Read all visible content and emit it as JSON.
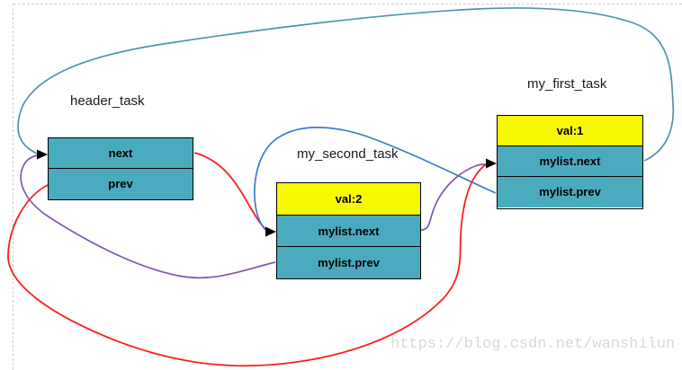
{
  "diagram": {
    "nodes": [
      {
        "id": "header_task",
        "label": "header_task",
        "cells": [
          "next",
          "prev"
        ]
      },
      {
        "id": "my_second_task",
        "label": "my_second_task",
        "cells": [
          "val:2",
          "mylist.next",
          "mylist.prev"
        ]
      },
      {
        "id": "my_first_task",
        "label": "my_first_task",
        "cells": [
          "val:1",
          "mylist.next",
          "mylist.prev"
        ]
      }
    ],
    "edges": [
      {
        "from": "my_first_task.mylist.next",
        "to": "header_task",
        "color_key": "edge_teal"
      },
      {
        "from": "my_second_task.mylist.prev",
        "to": "header_task",
        "color_key": "edge_purple"
      },
      {
        "from": "header_task.next",
        "to": "my_second_task.mylist.next",
        "color_key": "edge_red"
      },
      {
        "from": "my_first_task.mylist.prev",
        "to": "my_second_task.mylist.next",
        "color_key": "edge_blue"
      },
      {
        "from": "my_second_task.mylist.next",
        "to": "my_first_task.mylist.next",
        "color_key": "edge_purple"
      },
      {
        "from": "header_task.prev",
        "to": "my_first_task.mylist.next",
        "color_key": "edge_red"
      }
    ]
  },
  "colors": {
    "node_fill": "#4AABBE",
    "value_fill": "#F8F802",
    "node_border": "#000000",
    "edge_teal": "#4E94AA",
    "edge_blue": "#3A7CCB",
    "edge_red": "#FB2020",
    "edge_purple": "#8257AD",
    "arrow": "#000000",
    "selection_border": "#cfcfcf",
    "watermark_text": "#d9d9d1"
  },
  "watermark": {
    "text": "https://blog.csdn.net/wanshilun"
  }
}
